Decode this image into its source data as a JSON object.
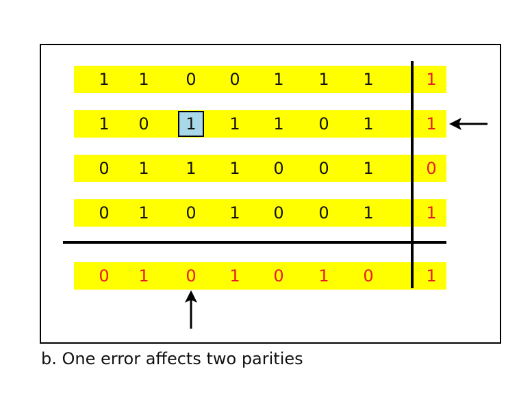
{
  "rows": [
    [
      "1",
      "1",
      "0",
      "0",
      "1",
      "1",
      "1",
      "1"
    ],
    [
      "1",
      "0",
      "1",
      "1",
      "1",
      "0",
      "1",
      "1"
    ],
    [
      "0",
      "1",
      "1",
      "1",
      "0",
      "0",
      "1",
      "0"
    ],
    [
      "0",
      "1",
      "0",
      "1",
      "0",
      "0",
      "1",
      "1"
    ]
  ],
  "column_parities": [
    "0",
    "1",
    "0",
    "1",
    "0",
    "1",
    "0",
    "1"
  ],
  "error_cell": {
    "row": 1,
    "col": 2
  },
  "caption": "b. One error affects two parities",
  "colors": {
    "band": "#ffff00",
    "parity": "#e8192c",
    "error_fill": "#a9d8e8",
    "text": "#111111"
  },
  "icons": [
    "arrow-left-icon",
    "arrow-up-icon"
  ]
}
